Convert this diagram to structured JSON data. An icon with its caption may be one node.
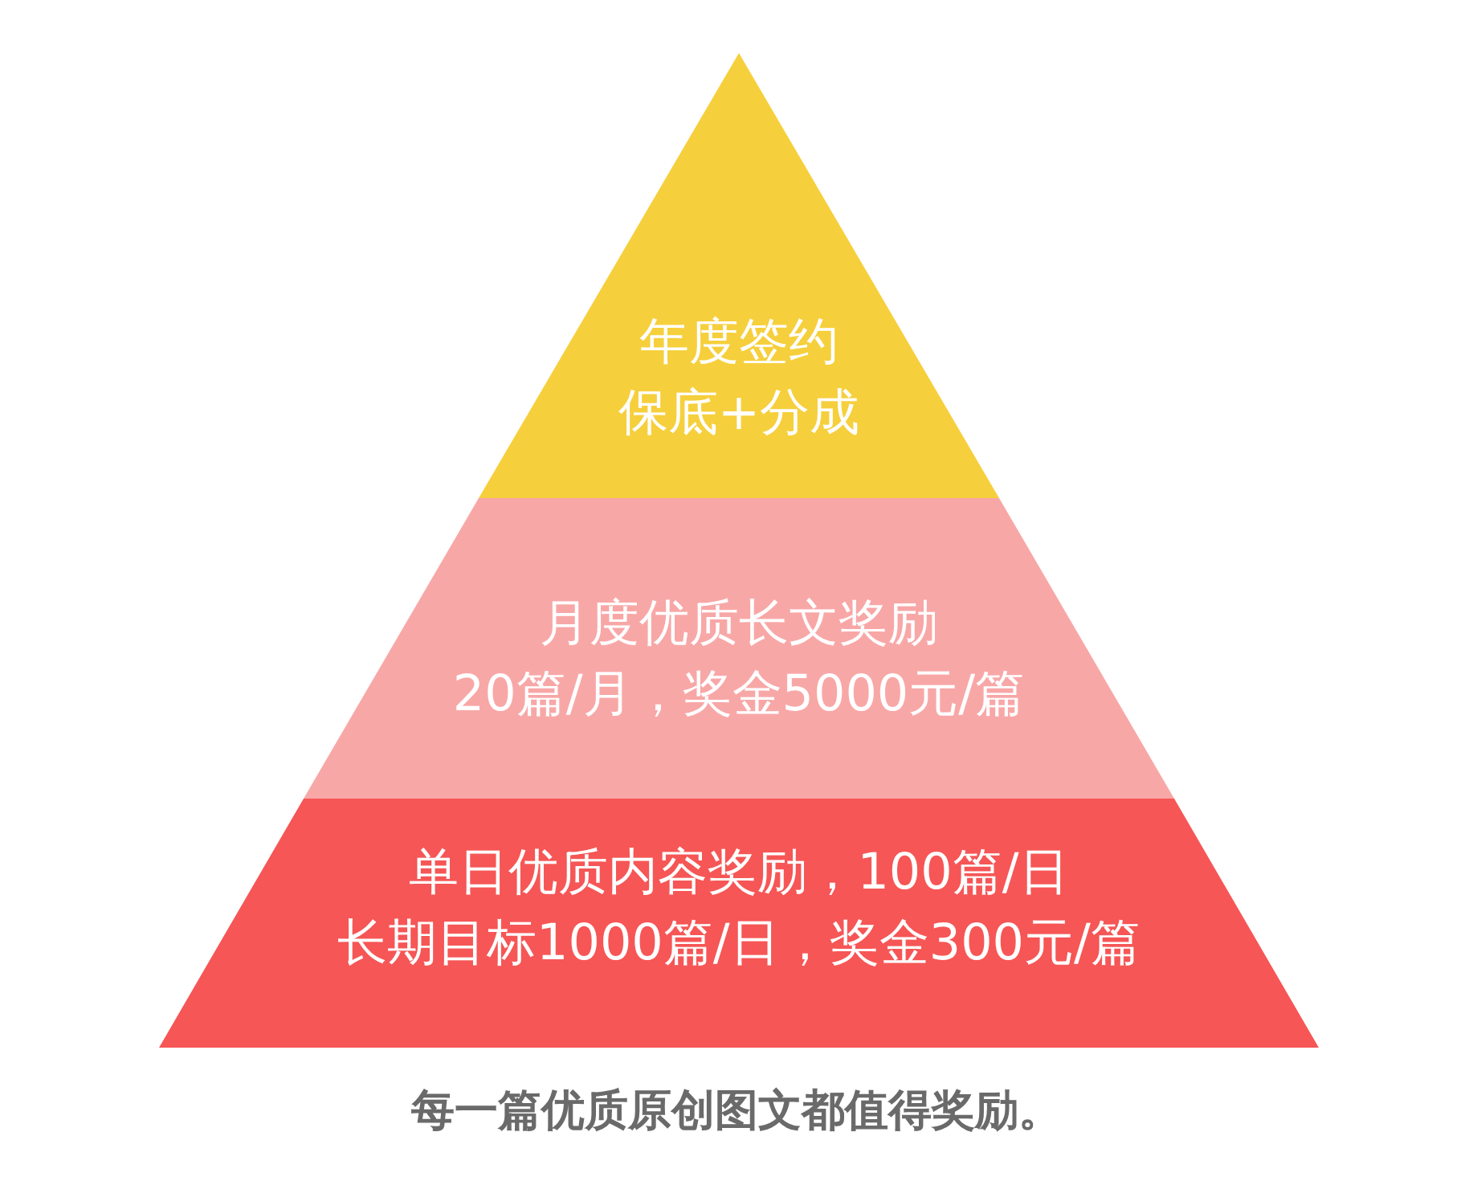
{
  "diagram": {
    "caption": "每一篇优质原创图文都值得奖励。",
    "nodes": [
      {
        "text": [
          "年度签约",
          "保底+分成"
        ]
      },
      {
        "text": [
          "月度优质长文奖励",
          "20篇/月，奖金5000元/篇"
        ]
      },
      {
        "text": [
          "单日优质内容奖励，100篇/日",
          "长期目标1000篇/日，奖金300元/篇"
        ]
      }
    ]
  }
}
